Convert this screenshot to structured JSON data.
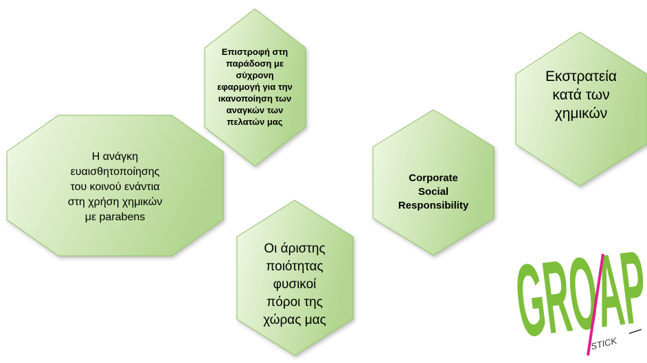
{
  "colors": {
    "hex_fill_light": "#f1f9e6",
    "hex_fill_dark": "#b2d68f",
    "hex_stroke": "#8fbf66",
    "logo_green": "#7dbe3a",
    "logo_pink": "#e0208c"
  },
  "hexagons": [
    {
      "id": "tradition",
      "text": "Επιστροφή στη\nπαράδοση με\nσύχρονη\nεφαρμογή για την\nικανοποίηση των\nαναγκών των\nπελατών μας"
    },
    {
      "id": "campaign",
      "text": "Εκστρατεία\nκατά των\nχημικών"
    },
    {
      "id": "awareness",
      "text": "Η ανάγκη\nευαισθητοποίησης\nτου κοινού ενάντια\nστη χρήση χημικών\nμε parabens"
    },
    {
      "id": "csr",
      "text": "Corporate\nSocial\nResponsibility"
    },
    {
      "id": "resources",
      "text": "Οι άριστης\nποιότητας\nφυσικοί\nπόροι της\nχώρας μας"
    }
  ],
  "logo": {
    "wordmark": "GROAP",
    "tagline": "STICK"
  }
}
